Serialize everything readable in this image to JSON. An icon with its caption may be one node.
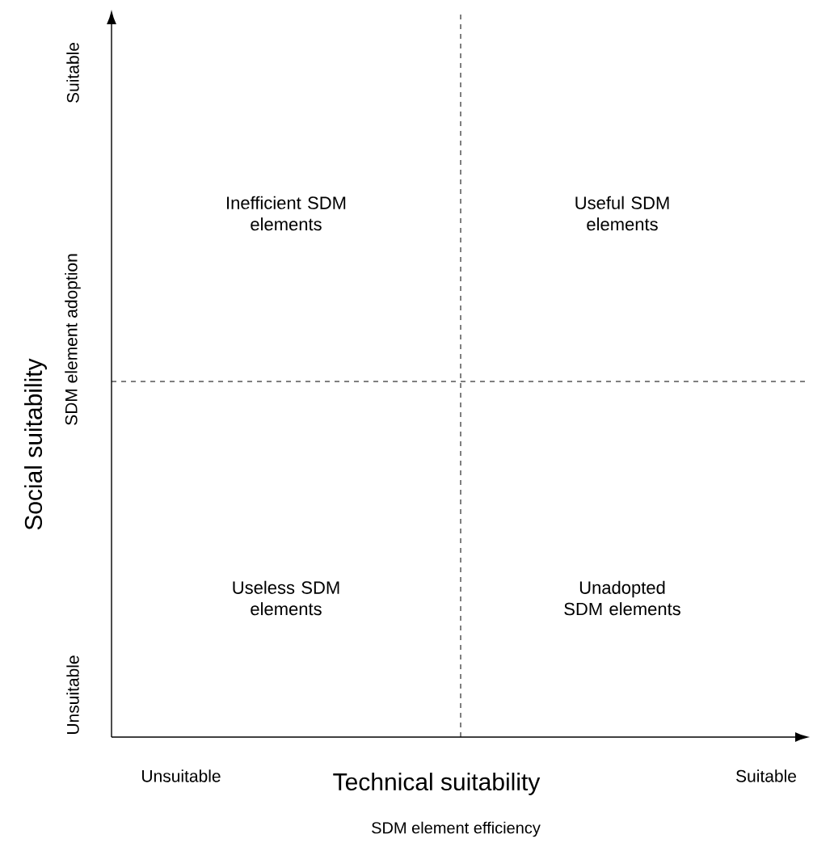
{
  "diagram": {
    "labels": [
      "Suitable",
      "Inefficient SDM elements",
      "Useful SDM elements",
      "Social suitability",
      "SDM element adoption",
      "Useless SDM elements",
      "Unadopted SDM elements",
      "Unsuitable",
      "Unsuitable",
      "Technical suitability",
      "Suitable",
      "SDM element efficiency"
    ]
  }
}
